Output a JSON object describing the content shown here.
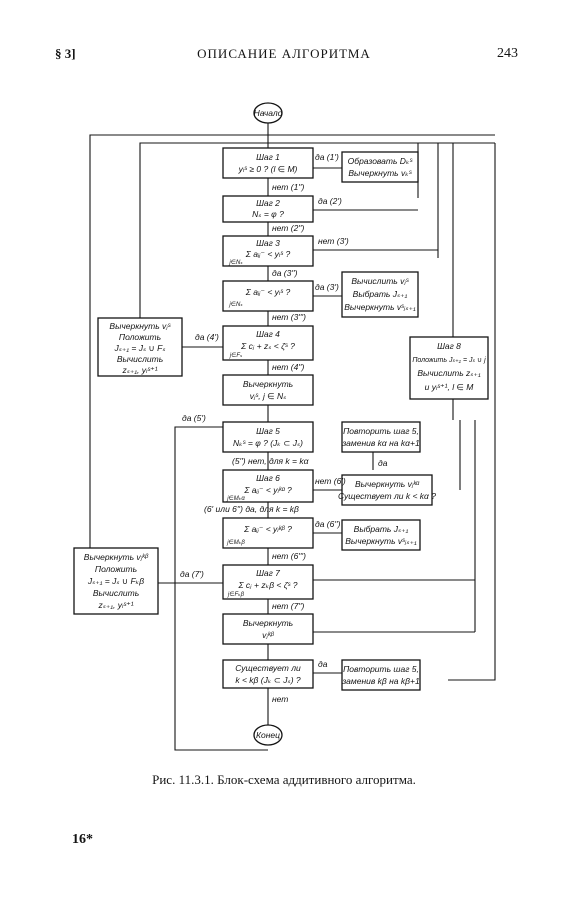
{
  "header": {
    "section": "§ 3]",
    "title": "ОПИСАНИЕ АЛГОРИТМА",
    "page": "243"
  },
  "caption": "Рис. 11.3.1. Блок-схема аддитивного алгоритма.",
  "signature": "16*",
  "terminals": {
    "start": "Начало",
    "end": "Конец"
  },
  "blocks": {
    "step1": [
      "Шаг 1",
      "yₗˢ ≥ 0 ? (l ∈ M)"
    ],
    "form_d": [
      "Образовать Dₖˢ",
      "Вычеркнуть vₖˢ"
    ],
    "step2": [
      "Шаг 2",
      "Nₛ = φ ?"
    ],
    "step3": [
      "Шаг 3",
      "Σ aᵢⱼ⁻ < yₗˢ ?",
      "j∈Nₛ"
    ],
    "step_3b": [
      "Σ aᵢⱼ⁻ < yₗˢ ?",
      "j∈Nₛ"
    ],
    "compute_v": [
      "Вычислить vⱼˢ",
      "Выбрать Jₛ₊₁",
      "Вычеркнуть vˢⱼₛ₊₁"
    ],
    "left_top": [
      "Вычеркнуть vⱼˢ",
      "Положить",
      "Jₛ₊₁ = Jₛ ∪ Fₛ",
      "Вычислить",
      "zₛ₊₁, yₗˢ⁺¹"
    ],
    "step4": [
      "Шаг 4",
      "Σ cⱼ + zₛ < ζˢ ?",
      "j∈Fₛ"
    ],
    "step8": [
      "Шаг 8",
      "Положить Jₛ₊₁ = Jₛ ∪ j",
      "Вычислить zₛ₊₁",
      "и yₗˢ⁺¹, l ∈ M"
    ],
    "cross_out": [
      "Вычеркнуть",
      "vⱼˢ, j ∈ Nₛ"
    ],
    "step5": [
      "Шаг 5",
      "Nₖˢ = φ ? (Jₖ ⊂ Jₛ)"
    ],
    "repeat5a": [
      "Повторить шаг 5,",
      "заменив kα на kα+1"
    ],
    "step6": [
      "Шаг 6",
      "Σ aᵢⱼ⁻ < yₗᵏᵅ ?",
      "j∈Mₖα"
    ],
    "cross_out2": [
      "Вычеркнуть vⱼᵏᵅ",
      "Существует ли k < kα ?"
    ],
    "step_6b": [
      "Σ aᵢⱼ⁻ < yₗᵏᵝ ?",
      "j∈Mₖβ"
    ],
    "choose": [
      "Выбрать Jₛ₊₁",
      "Вычеркнуть vˢⱼₛ₊₁"
    ],
    "left_bot": [
      "Вычеркнуть vⱼᵏᵝ",
      "Положить",
      "Jₛ₊₁ = Jₛ ∪ Fₖβ",
      "Вычислить",
      "zₛ₊₁, yₗˢ⁺¹"
    ],
    "step7": [
      "Шаг 7",
      "Σ cⱼ + zₖβ < ζˢ ?",
      "j∈Fₖβ"
    ],
    "cross_out3": [
      "Вычеркнуть",
      "vⱼᵏᵝ"
    ],
    "exists": [
      "Существует ли",
      "k < kβ (Jₖ ⊂ Jₛ) ?"
    ],
    "repeat5b": [
      "Повторить шаг 5,",
      "заменив kβ на kβ+1"
    ]
  },
  "labels": {
    "yes1": "да (1')",
    "no1": "нет (1'')",
    "yes2": "да (2')",
    "no2": "нет (2'')",
    "yes3": "да (3'')",
    "no3": "нет (3')",
    "yes3b": "да (3')",
    "no3b": "нет (3''')",
    "yes4": "да (4')",
    "no4": "нет (4'')",
    "yes5": "да (5')",
    "no5": "(5'') нет, для k = kα",
    "yes_up": "да",
    "no6": "нет (6')",
    "yes6": "(6' или 6'') да, для k = kβ",
    "yes6b": "да (6'')",
    "no6b": "нет (6''')",
    "yes7": "да (7')",
    "no7": "нет (7'')",
    "yes_last": "да",
    "no_last": "нет"
  }
}
